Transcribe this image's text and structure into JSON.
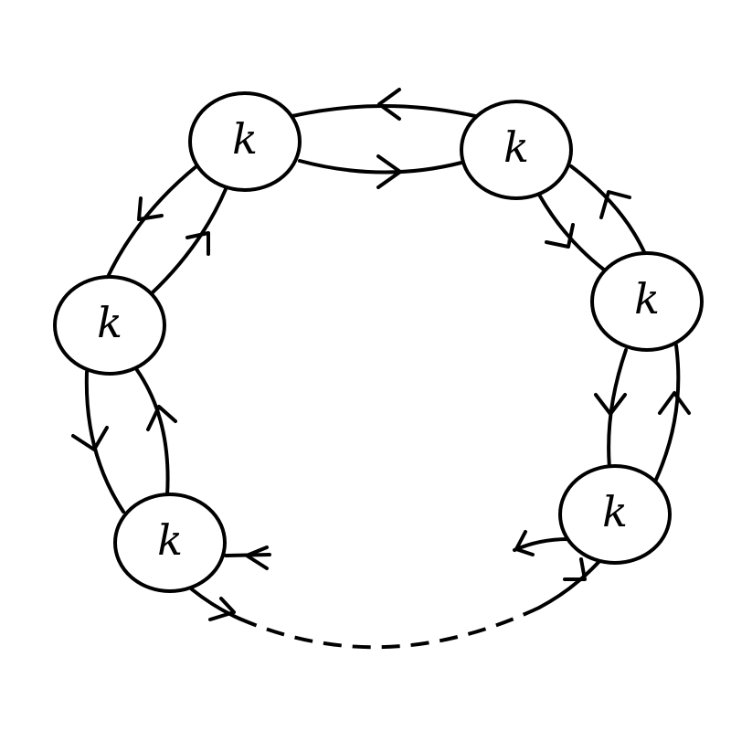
{
  "nodes": [
    {
      "id": "n1",
      "label": "k"
    },
    {
      "id": "n2",
      "label": "k"
    },
    {
      "id": "n3",
      "label": "k"
    },
    {
      "id": "n4",
      "label": "k"
    },
    {
      "id": "n5",
      "label": "k"
    },
    {
      "id": "n6",
      "label": "k"
    }
  ],
  "arrow_style": "open-chevron",
  "edge_color": "#000000",
  "ring_gap": "dashed"
}
